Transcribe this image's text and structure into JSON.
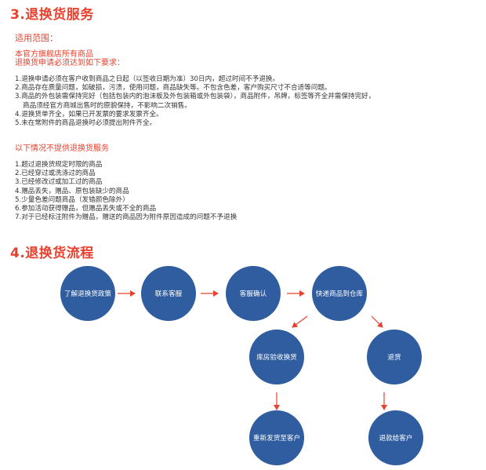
{
  "section3": {
    "title": "3.退换货服务",
    "scope_label": "适用范围：",
    "intro_lines": [
      "本官方旗舰店所有商品",
      "退换货申请必须达到如下要求："
    ],
    "rules": [
      "1.退换申请必须在客户收到商品之日起（以签收日期为准）30日内，超过时间不予退换。",
      "2.商品存在质量问题，如破损，污渍，使用问题，商品缺失等。不包含色差，客户购买尺寸不合适等问题。",
      "3.商品的外包装需保持完好（包括包装内的泡沫板及外包装箱或外包装袋），商品附件，吊牌，标签等齐全并需保持完好，",
      "   商品须经官方商城出售时的原貌保持，不影响二次销售。",
      "4.退换货单齐全，如果已开发票的要求发票齐全。",
      "5.未在常附件的商品退换时必须提出附件齐全。"
    ],
    "not_provided_title": "以下情况不提供退换货服务",
    "not_provided": [
      "1.超过退换货规定时限的商品",
      "2.已经穿过或洗涤过的商品",
      "3.已经修改过或加工过的商品",
      "4.赠品丢失，赠品、原包装缺少的商品",
      "5.少量色差问题商品（发错颜色除外）",
      "6.参加活动获得赠品，但赠品丢失或不全的商品",
      "7.对于已经标注附件为赠品，赠送的商品因为附件原因造成的问题不予退换"
    ]
  },
  "section4": {
    "title": "4.退换货流程",
    "steps": {
      "s1": "了解退换货政策",
      "s2": "联系客服",
      "s3": "客服确认",
      "s4": "快递商品到仓库",
      "s5": "库房验收换货",
      "s6": "退货",
      "s7": "重新发货至客户",
      "s8": "退款给客户"
    }
  },
  "colors": {
    "accent_red": "#e8412e",
    "circle_blue": "#2f5d9f",
    "text": "#333333"
  }
}
